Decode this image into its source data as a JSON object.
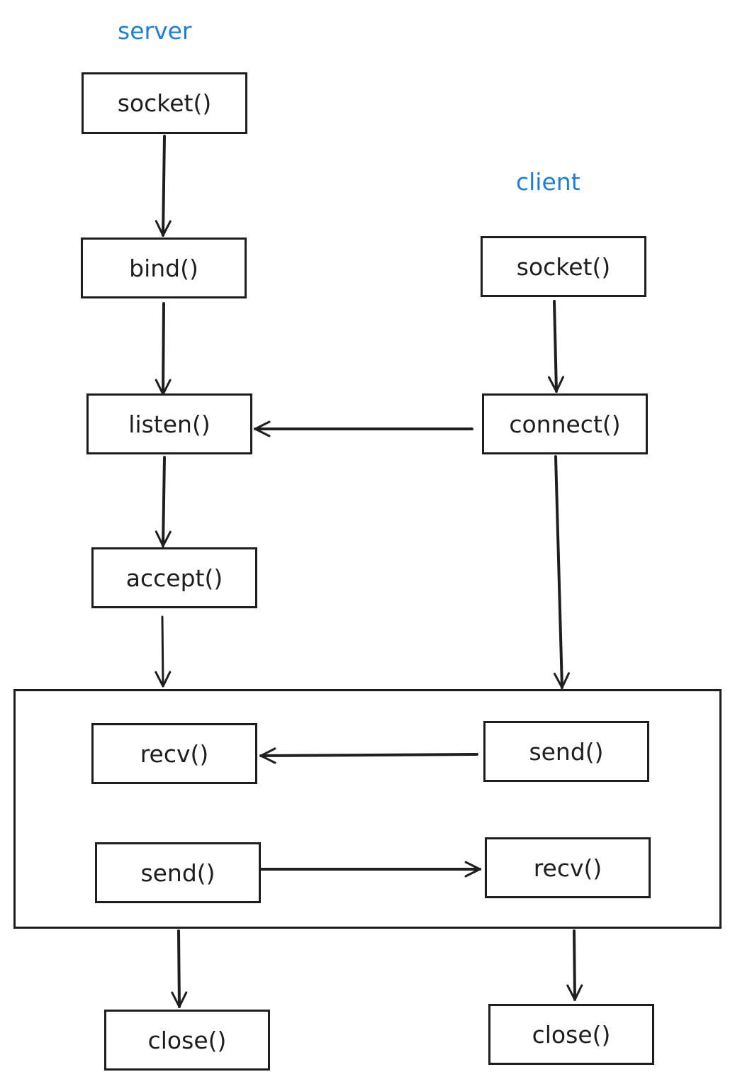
{
  "colors": {
    "stroke": "#1e1e1e",
    "heading": "#1e7ed6",
    "background": "#ffffff"
  },
  "headings": {
    "server": "server",
    "client": "client"
  },
  "server": {
    "socket": "socket()",
    "bind": "bind()",
    "listen": "listen()",
    "accept": "accept()",
    "recv": "recv()",
    "send": "send()",
    "close": "close()"
  },
  "client": {
    "socket": "socket()",
    "connect": "connect()",
    "send": "send()",
    "recv": "recv()",
    "close": "close()"
  }
}
